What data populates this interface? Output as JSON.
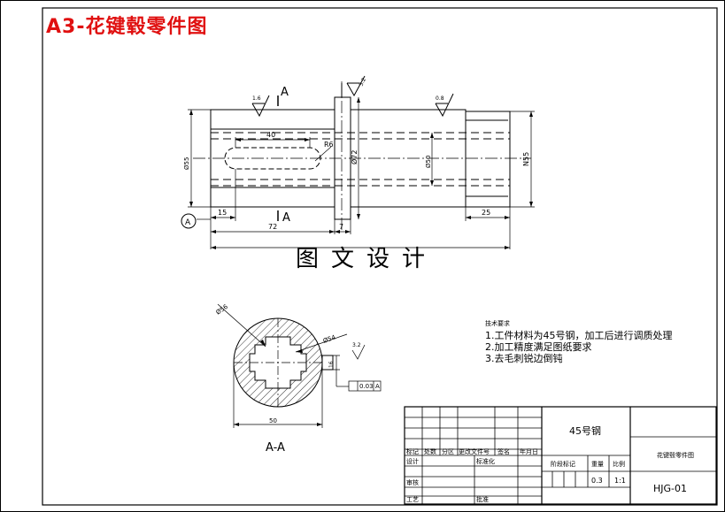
{
  "sheet_title": "A3-花键毂零件图",
  "watermark": "图文设计",
  "section_label": "A-A",
  "section_marks": {
    "top": "A",
    "bottom": "A",
    "datum": "A"
  },
  "dimensions": {
    "len_40": "40",
    "len_15": "15",
    "len_72": "72",
    "len_7": "7",
    "len_25": "25",
    "dia_72": "Ø72",
    "dia_n55": "N55",
    "dia_left": "Ø55",
    "dia_mid": "Ø50",
    "radius": "R6",
    "rough_16": "1.6",
    "rough_08": "0.8",
    "rough_top": "3.2",
    "rough_sec": "3.2",
    "sec_dia_top": "Ø56",
    "sec_dia_right": "Ø54",
    "sec_dia_bottom": "50",
    "sec_key": "16",
    "tolerance": "0.03",
    "tolerance_ref": "A"
  },
  "tech_requirements": {
    "title": "技术要求",
    "items": [
      "1.工件材料为45号钢，加工后进行调质处理",
      "2.加工精度满足图纸要求",
      "3.去毛刺锐边倒钝"
    ]
  },
  "title_block": {
    "material": "45号钢",
    "part_name": "花键毂零件图",
    "drawing_no": "HJG-01",
    "headers": [
      "标记",
      "处数",
      "分区",
      "更改文件号",
      "签名",
      "年月日"
    ],
    "design": "设计",
    "standardize": "标准化",
    "review": "审核",
    "process": "工艺",
    "approve": "批准",
    "stage_mark": "阶段标记",
    "weight_label": "重量",
    "scale_label": "比例",
    "weight": "0.3",
    "scale": "1:1"
  }
}
